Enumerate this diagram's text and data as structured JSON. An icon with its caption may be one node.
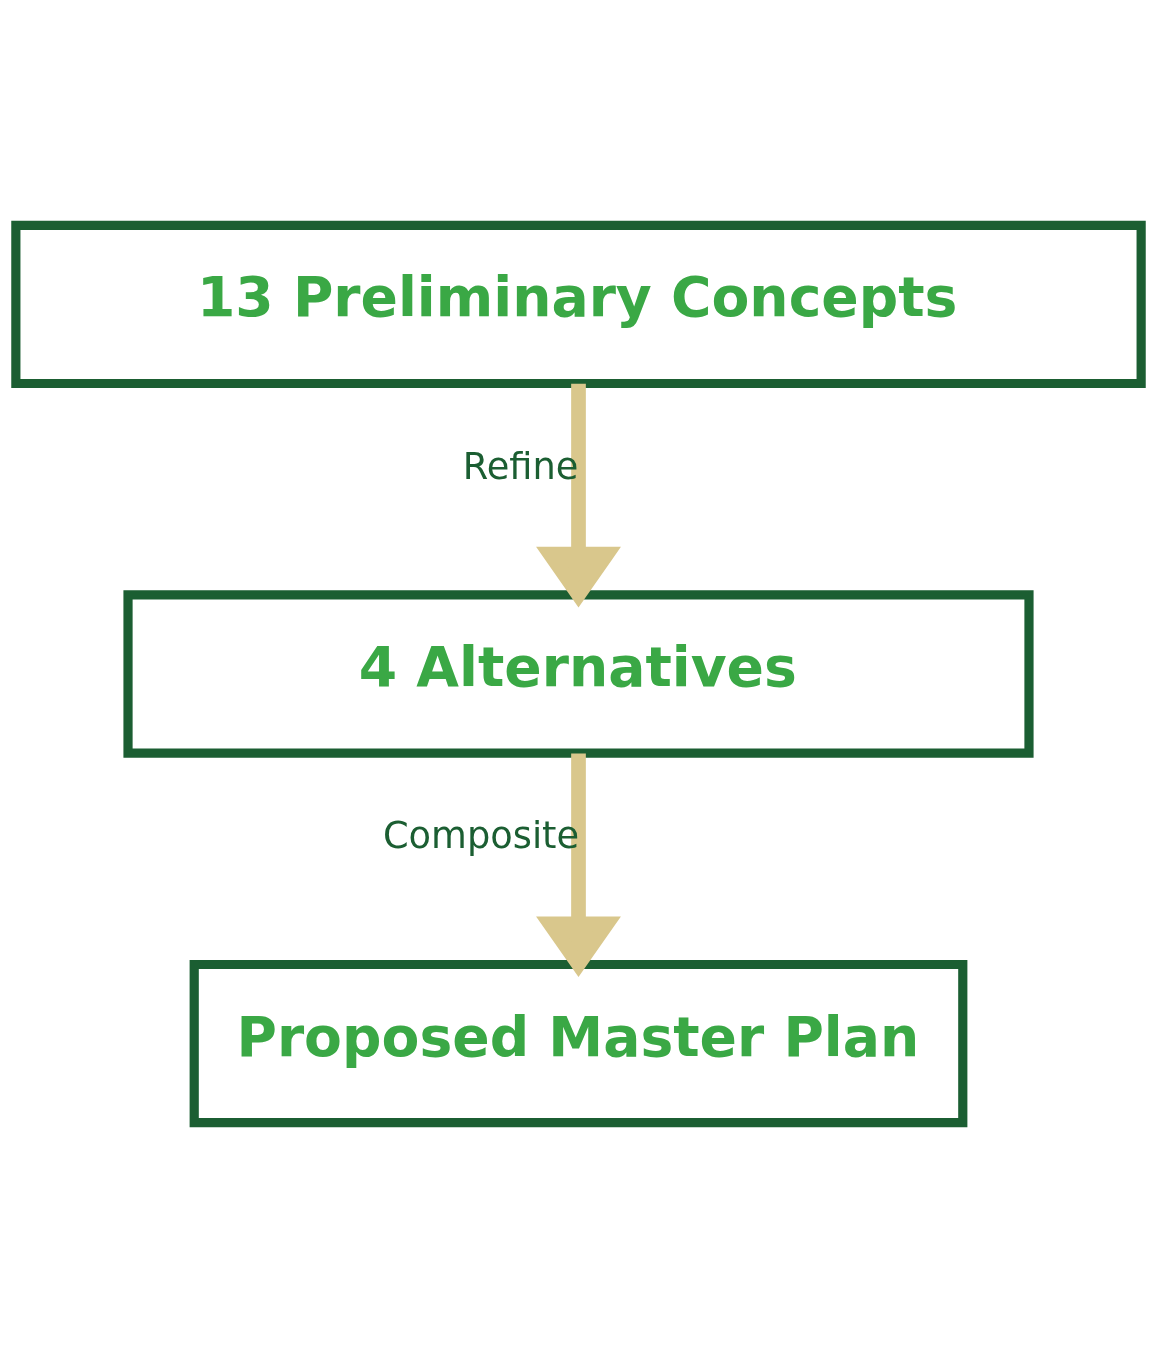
{
  "diagram": {
    "nodes": [
      {
        "text": [
          "13 Preliminary Concepts"
        ]
      },
      {
        "text": [
          "4 Alternatives"
        ]
      },
      {
        "text": [
          "Proposed Master Plan"
        ]
      }
    ],
    "edges": [
      {
        "from": 0,
        "to": 1,
        "arrow": "to",
        "label": "Refine",
        "color": "#d9c78c"
      },
      {
        "from": 1,
        "to": 2,
        "arrow": "to",
        "label": "Composite",
        "color": "#d9c78c"
      }
    ]
  }
}
